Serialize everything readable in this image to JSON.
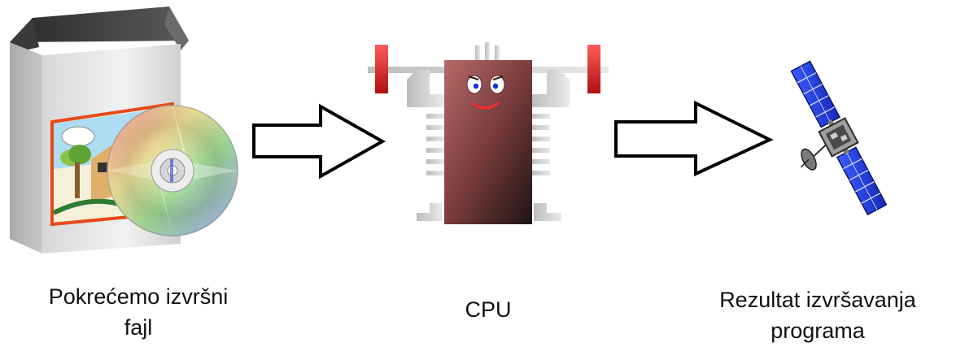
{
  "labels": {
    "software_line1": "Pokrećemo izvršni",
    "software_line2": "fajl",
    "cpu": "CPU",
    "result_line1": "Rezultat izvršavanja",
    "result_line2": "programa"
  },
  "icons": {
    "software": "software-box-with-cd-icon",
    "cpu": "cpu-weightlifter-icon",
    "result": "satellite-icon",
    "arrow": "right-arrow-icon"
  },
  "colors": {
    "chip": "#8a4b4b",
    "weight": "#cc1f1f",
    "panel": "#1f3fd6",
    "arrow_stroke": "#000000"
  }
}
